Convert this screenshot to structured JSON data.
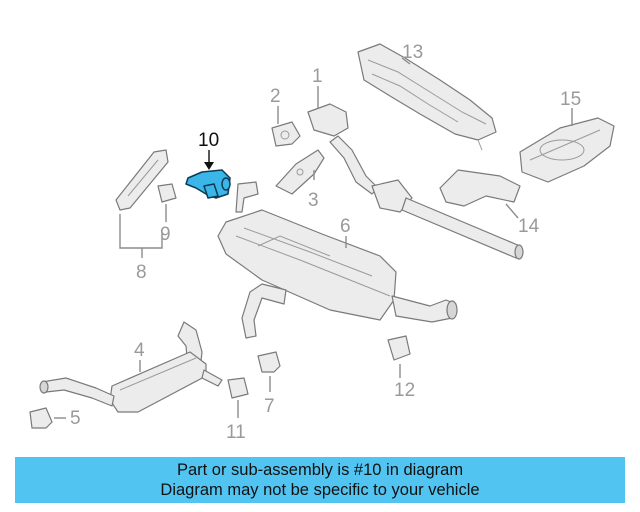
{
  "diagram": {
    "highlighted_part": "10",
    "callouts": [
      "1",
      "2",
      "3",
      "4",
      "5",
      "6",
      "7",
      "8",
      "9",
      "10",
      "11",
      "12",
      "13",
      "14",
      "15"
    ]
  },
  "banner": {
    "line1": "Part or sub-assembly is #10 in diagram",
    "line2": "Diagram may not be specific to your vehicle"
  },
  "colors": {
    "highlight": "#3ab7e8",
    "banner_bg": "#52c4f2",
    "line_gray": "#8c8c8c"
  }
}
